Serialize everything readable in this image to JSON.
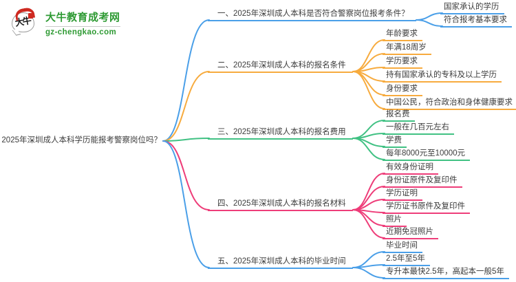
{
  "logo": {
    "title": "大牛教育成考网",
    "url": "gz-chengkao.com",
    "icon_text": "大牛",
    "brand_green": "#2e9a33",
    "brand_red": "#ce2a21"
  },
  "mindmap": {
    "center": "2025年深圳成人本科学历能报考警察岗位吗？",
    "branches": [
      {
        "label": "一、2025年深圳成人本科是否符合警察岗位报考条件？",
        "color": "#4a9fe8",
        "children": [
          "国家承认的学历",
          "符合报考基本要求"
        ]
      },
      {
        "label": "二、2025年深圳成人本科的报名条件",
        "color": "#f7ab3e",
        "children": [
          "年龄要求",
          "年满18周岁",
          "学历要求",
          "持有国家承认的专科及以上学历",
          "身份要求",
          "中国公民，符合政治和身体健康要求"
        ]
      },
      {
        "label": "三、2025年深圳成人本科的报名费用",
        "color": "#40c183",
        "children": [
          "报名费",
          "一般在几百元左右",
          "学费",
          "每年8000元至10000元"
        ]
      },
      {
        "label": "四、2025年深圳成人本科的报名材料",
        "color": "#ee3d79",
        "children": [
          "有效身份证明",
          "身份证原件及复印件",
          "学历证明",
          "学历证书原件及复印件",
          "照片",
          "近期免冠照片"
        ]
      },
      {
        "label": "五、2025年深圳成人本科的毕业时间",
        "color": "#4a9fe8",
        "children": [
          "毕业时间",
          "2.5年至5年",
          "专升本最快2.5年，高起本一般5年"
        ]
      }
    ]
  }
}
